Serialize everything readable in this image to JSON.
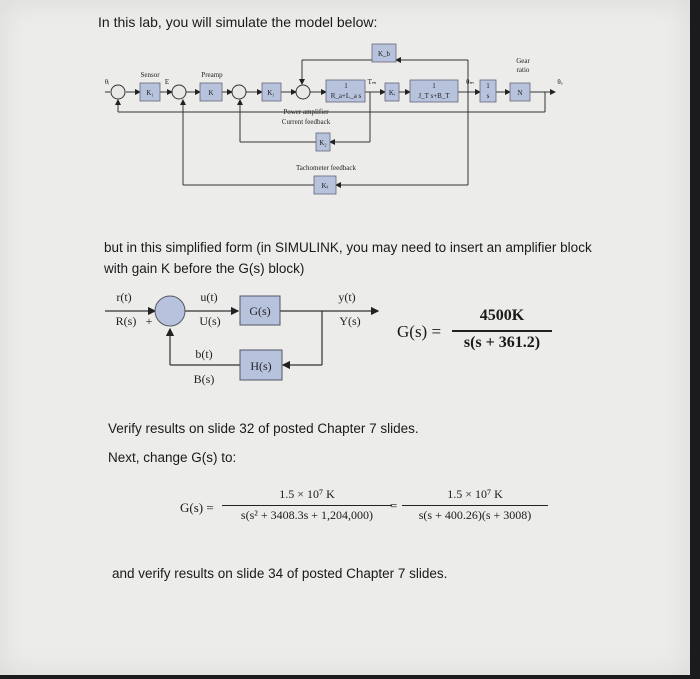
{
  "intro": "In this lab, you will simulate the model below:",
  "big_diagram": {
    "sensor": "Sensor",
    "preamp": "Preamp",
    "gear_ratio_1": "Gear",
    "gear_ratio_2": "ratio",
    "power_amp_1": "Power amplifier",
    "power_amp_2": "Current feedback",
    "tach": "Tachometer feedback",
    "theta_in": "θᵢ",
    "theta_o": "θₒ",
    "theta_m": "θₘ",
    "e": "E",
    "k1": "K₁",
    "k": "K",
    "kf": "K₁",
    "k2": "K₂",
    "kt": "Kₜ",
    "kb": "K_b",
    "ki": "Kᵢ",
    "tm": "Tₘ",
    "n": "N",
    "motor_num": "1",
    "motor_den": "R_a+L_a s",
    "load_num": "1",
    "load_den": "J_T s+B_T",
    "integ_num": "1",
    "integ_den": "s"
  },
  "para1_line1": "but in this simplified form (in SIMULINK, you may need to insert an amplifier block",
  "para1_line2": "with gain K before the G(s) block)",
  "small_diagram": {
    "r_lower": "r(t)",
    "r_upper": "R(s)",
    "plus": "+",
    "u_lower": "u(t)",
    "u_upper": "U(s)",
    "g_block": "G(s)",
    "y_lower": "y(t)",
    "y_upper": "Y(s)",
    "b_lower": "b(t)",
    "b_upper": "B(s)",
    "h_block": "H(s)"
  },
  "eq1": {
    "lhs": "G(s) =",
    "num": "4500K",
    "den": "s(s + 361.2)"
  },
  "verify1": "Verify results on slide 32 of posted Chapter 7 slides.",
  "next": "Next, change G(s) to:",
  "eq2": {
    "lhs": "G(s) =",
    "num1": "1.5 × 10⁷ K",
    "den1": "s(s² + 3408.3s + 1,204,000)",
    "eq": "=",
    "num2": "1.5 × 10⁷ K",
    "den2": "s(s + 400.26)(s + 3008)"
  },
  "verify2": "and verify results on slide 34 of posted Chapter 7 slides."
}
